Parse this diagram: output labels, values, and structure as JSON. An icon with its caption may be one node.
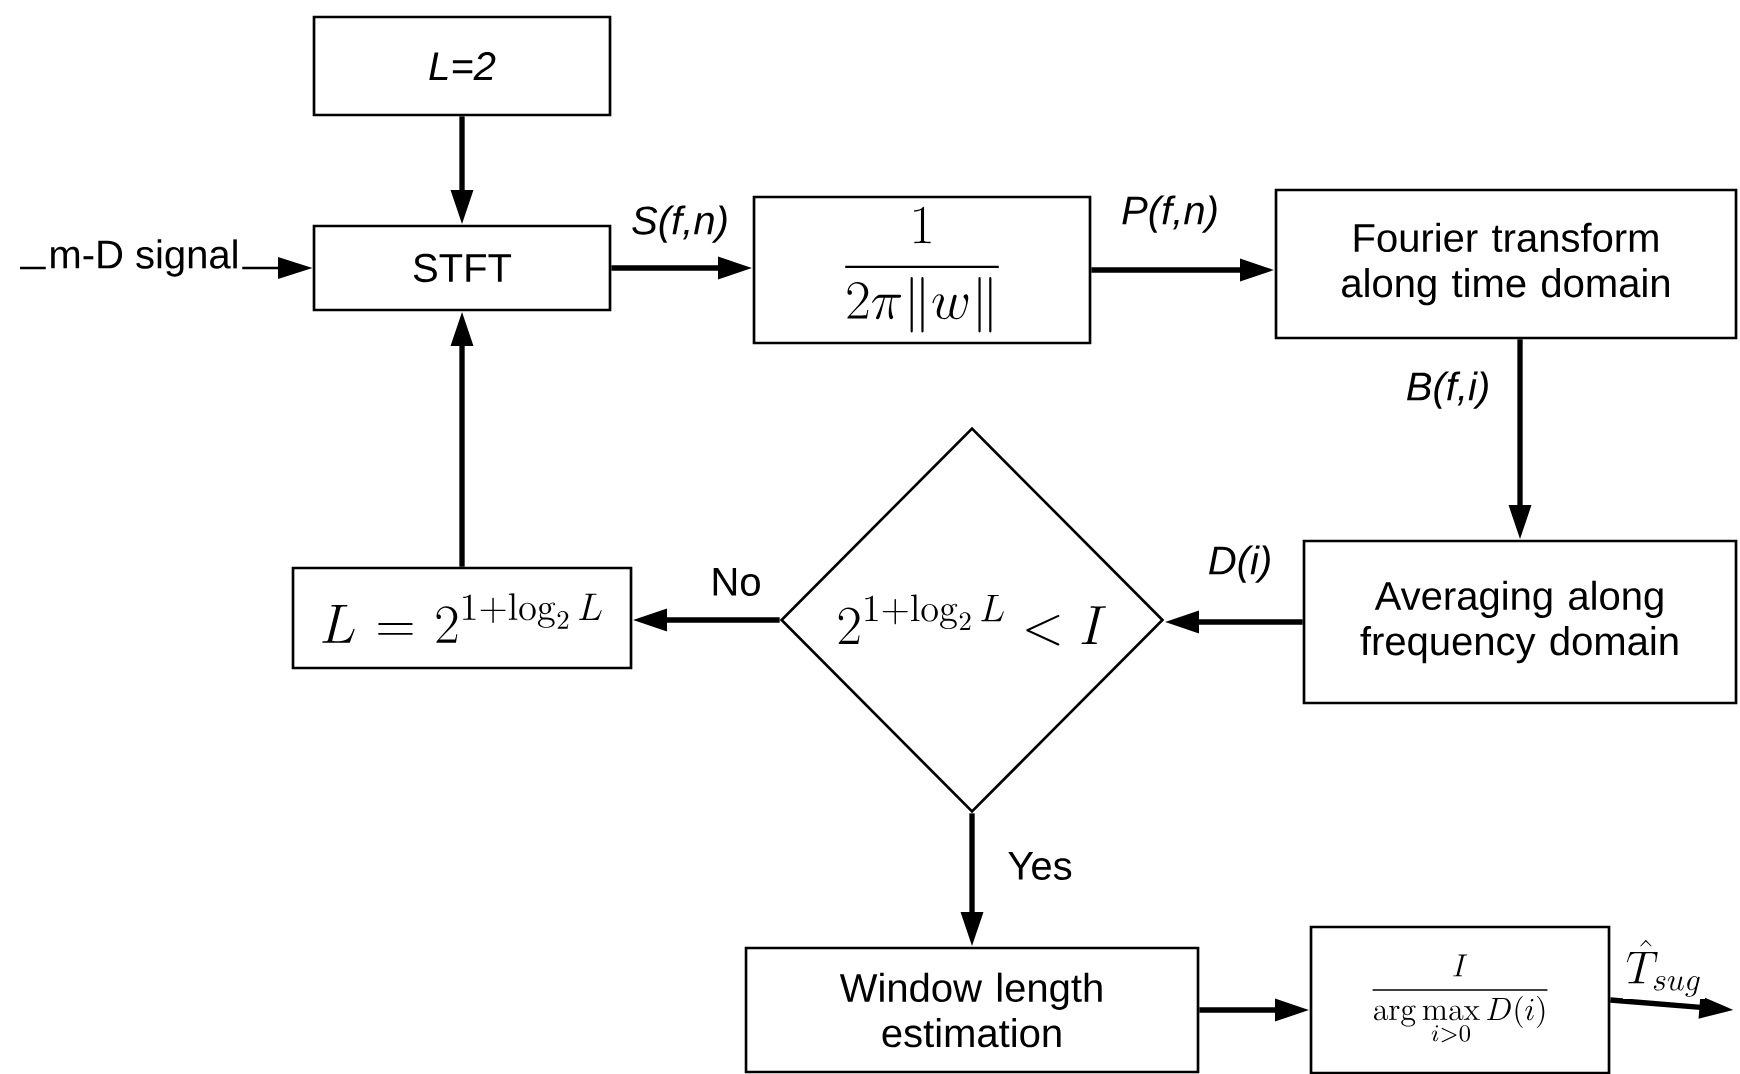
{
  "diagram": {
    "nodes": [
      {
        "text": [
          "L=2"
        ]
      },
      {
        "text": [
          "STFT"
        ]
      },
      {
        "text": [
          "\\frac{1}{2\\pi\\|w\\|}"
        ]
      },
      {
        "text": [
          "Fourier transform along time domain"
        ]
      },
      {
        "text": [
          "Averaging along frequency domain"
        ]
      },
      {
        "text": [
          "2^{1+\\log_2 L} < I"
        ]
      },
      {
        "text": [
          "L = 2^{1+\\log_2 L}"
        ]
      },
      {
        "text": [
          "Window length estimation"
        ]
      },
      {
        "text": [
          "\\frac{I}{\\arg\\max\\limits_{i>0} D(i)}"
        ]
      }
    ],
    "edges": [
      {
        "from": 0,
        "to": 1,
        "arrow": "to"
      },
      {
        "from": null,
        "to": 1,
        "arrow": "to",
        "label": "m-D signal"
      },
      {
        "from": 1,
        "to": 2,
        "arrow": "to",
        "label": "S(f,n)"
      },
      {
        "from": 2,
        "to": 3,
        "arrow": "to",
        "label": "P(f,n)"
      },
      {
        "from": 3,
        "to": 4,
        "arrow": "to",
        "label": "B(f,i)"
      },
      {
        "from": 4,
        "to": 5,
        "arrow": "to",
        "label": "D(i)"
      },
      {
        "from": 5,
        "to": 6,
        "arrow": "to",
        "label": "No"
      },
      {
        "from": 6,
        "to": 1,
        "arrow": "to"
      },
      {
        "from": 5,
        "to": 7,
        "arrow": "to",
        "label": "Yes"
      },
      {
        "from": 7,
        "to": 8,
        "arrow": "to"
      },
      {
        "from": 8,
        "to": null,
        "arrow": "to",
        "label": "\\hat{T}_{sug}"
      }
    ]
  }
}
